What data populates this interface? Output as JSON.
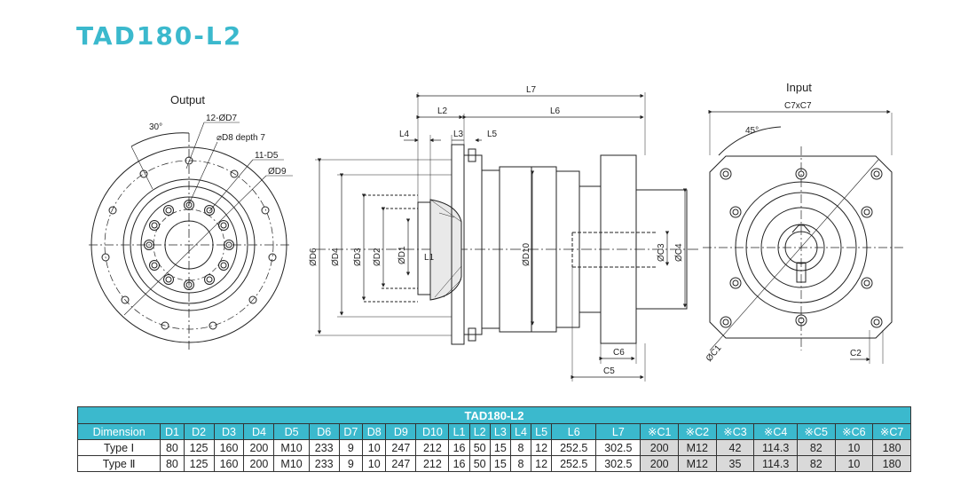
{
  "title": "TAD180-L2",
  "views": {
    "output_label": "Output",
    "input_label": "Input"
  },
  "callouts": {
    "angle_30": "30°",
    "d7_holes": "12-ØD7",
    "d8_depth": "⌀D8 depth 7",
    "d5_holes": "11-D5",
    "d9": "ØD9",
    "l7": "L7",
    "l2": "L2",
    "l6": "L6",
    "l4": "L4",
    "l3": "L3",
    "l5": "L5",
    "l1": "L1",
    "d6": "ØD6",
    "d4": "ØD4",
    "d3": "ØD3",
    "d2": "ØD2",
    "d1": "ØD1",
    "d10": "ØD10",
    "c3": "ØC3",
    "c4": "ØC4",
    "c6": "C6",
    "c5": "C5",
    "c7xc7": "C7xC7",
    "angle_45": "45°",
    "c1": "ØC1",
    "c2": "C2"
  },
  "table": {
    "caption": "TAD180-L2",
    "headers": [
      "Dimension",
      "D1",
      "D2",
      "D3",
      "D4",
      "D5",
      "D6",
      "D7",
      "D8",
      "D9",
      "D10",
      "L1",
      "L2",
      "L3",
      "L4",
      "L5",
      "L6",
      "L7",
      "※C1",
      "※C2",
      "※C3",
      "※C4",
      "※C5",
      "※C6",
      "※C7"
    ],
    "rows": [
      [
        "Type Ⅰ",
        "80",
        "125",
        "160",
        "200",
        "M10",
        "233",
        "9",
        "10",
        "247",
        "212",
        "16",
        "50",
        "15",
        "8",
        "12",
        "252.5",
        "302.5",
        "200",
        "M12",
        "42",
        "114.3",
        "82",
        "10",
        "180"
      ],
      [
        "Type Ⅱ",
        "80",
        "125",
        "160",
        "200",
        "M10",
        "233",
        "9",
        "10",
        "247",
        "212",
        "16",
        "50",
        "15",
        "8",
        "12",
        "252.5",
        "302.5",
        "200",
        "M12",
        "35",
        "114.3",
        "82",
        "10",
        "180"
      ]
    ]
  }
}
